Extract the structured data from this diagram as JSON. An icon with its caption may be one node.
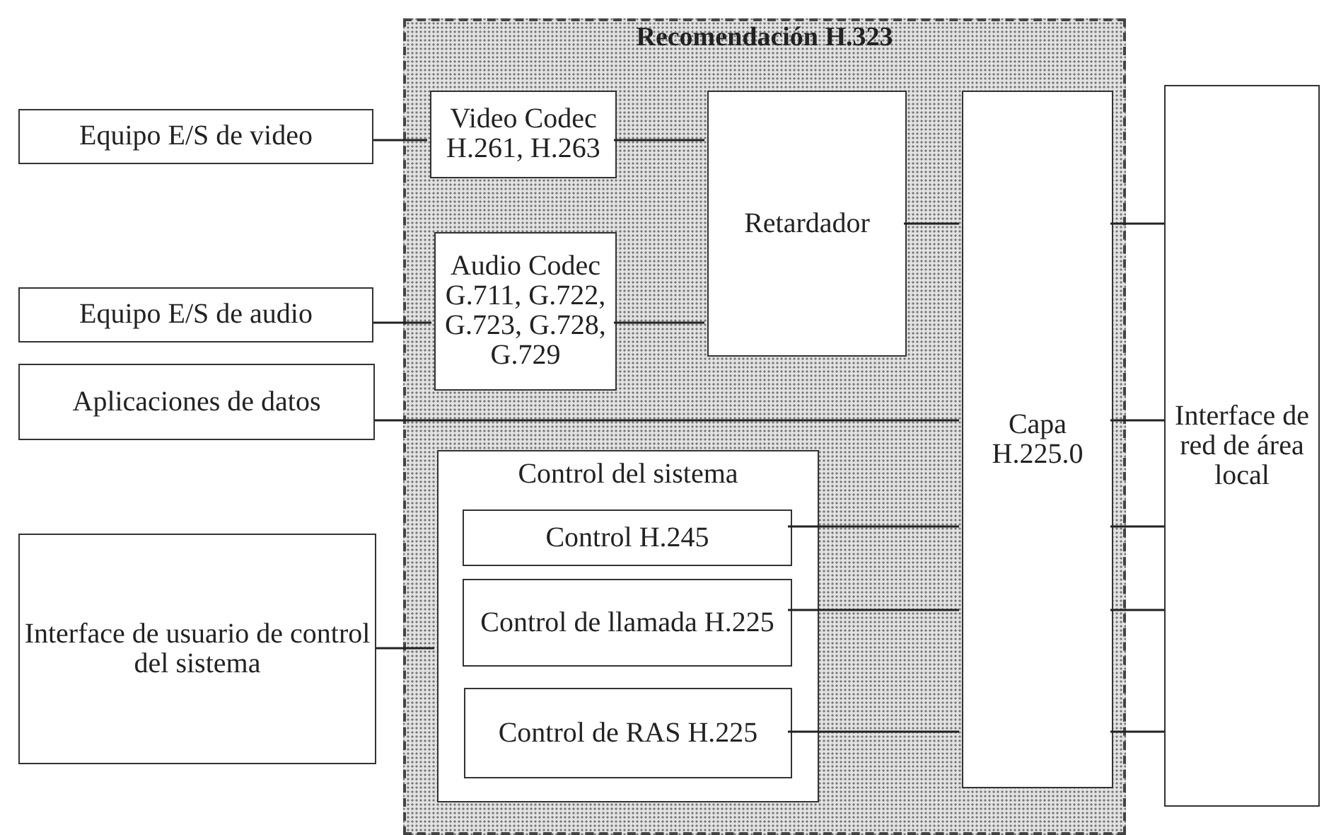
{
  "diagram": {
    "nodes": [
      {
        "text": [
          "Recomendación H.323"
        ]
      },
      {
        "text": [
          "Video Codec H.261, H.263"
        ],
        "in": 0
      },
      {
        "text": [
          "Audio Codec G.711, G.722, G.723, G.728, G.729"
        ],
        "in": 0
      },
      {
        "text": [
          "Retardador"
        ],
        "in": 0
      },
      {
        "text": [
          "Capa H.225.0"
        ],
        "in": 0
      },
      {
        "text": [
          "Control del sistema"
        ],
        "in": 0
      },
      {
        "text": [
          "Control H.245"
        ],
        "in": 5
      },
      {
        "text": [
          "Control de llamada H.225"
        ],
        "in": 5
      },
      {
        "text": [
          "Control de RAS H.225"
        ],
        "in": 5
      },
      {
        "text": [
          "Equipo E/S de video"
        ]
      },
      {
        "text": [
          "Equipo E/S de audio"
        ]
      },
      {
        "text": [
          "Aplicaciones de datos"
        ]
      },
      {
        "text": [
          "Interface de usuario de control del sistema"
        ]
      },
      {
        "text": [
          "Interface de red de área local"
        ]
      }
    ],
    "edges": [
      {
        "from": 9,
        "to": 1,
        "arrow": "none"
      },
      {
        "from": 10,
        "to": 2,
        "arrow": "none"
      },
      {
        "from": 1,
        "to": 3,
        "arrow": "none"
      },
      {
        "from": 2,
        "to": 3,
        "arrow": "none"
      },
      {
        "from": 3,
        "to": 4,
        "arrow": "none"
      },
      {
        "from": 11,
        "to": 4,
        "arrow": "none"
      },
      {
        "from": 6,
        "to": 4,
        "arrow": "none"
      },
      {
        "from": 7,
        "to": 4,
        "arrow": "none"
      },
      {
        "from": 8,
        "to": 4,
        "arrow": "none"
      },
      {
        "from": 12,
        "to": 5,
        "arrow": "none"
      },
      {
        "from": 4,
        "to": 13,
        "arrow": "none"
      },
      {
        "from": 4,
        "to": 13,
        "arrow": "none"
      },
      {
        "from": 4,
        "to": 13,
        "arrow": "none"
      },
      {
        "from": 4,
        "to": 13,
        "arrow": "none"
      },
      {
        "from": 4,
        "to": 13,
        "arrow": "none"
      }
    ]
  }
}
